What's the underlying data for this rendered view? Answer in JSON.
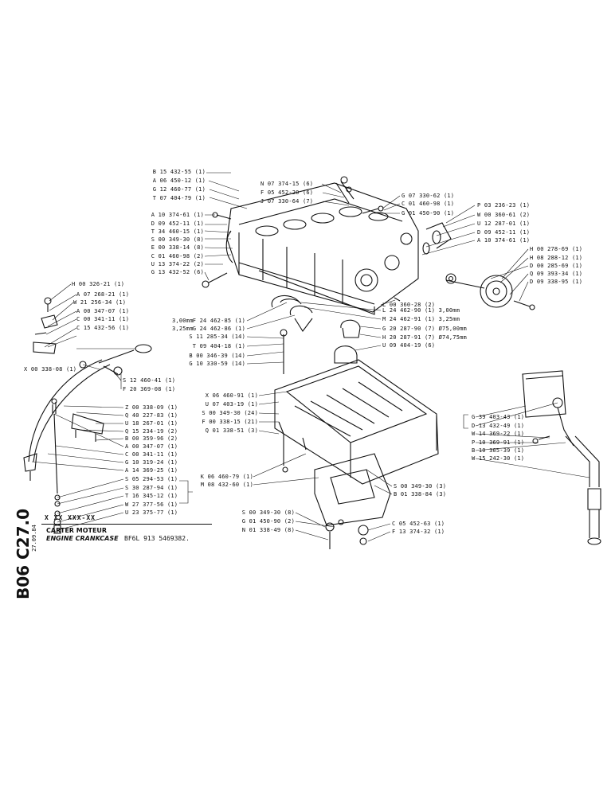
{
  "sheet": {
    "code": "B06 C27.0",
    "date": "27.09.84",
    "part_code": "X XX XXX-XX",
    "title_fr": "CARTER MOTEUR",
    "title_en": "ENGINE CRANKCASE",
    "model": "BF6L 913 5469382."
  },
  "labels": {
    "top_left": [
      "B 15 432-55 (1)",
      "A 06 450-12 (1)",
      "G 12 460-77 (1)",
      "T 07 404-79 (1)"
    ],
    "mid_left": [
      "A 10 374-61 (1)",
      "D 09 452-11 (1)",
      "T 34 460-15 (1)",
      "S 00 349-30 (8)",
      "E 00 338-14 (8)",
      "C 01 460-98 (2)",
      "U 13 374-22 (2)",
      "G 13 432-52 (6)"
    ],
    "top_center": [
      "N 07 374-15 (6)",
      "F 05 452-20 (6)",
      "J 07 330-64 (7)"
    ],
    "top_right_a": [
      "G 07 330-62 (1)",
      "C 01 460-98 (1)",
      "G 01 450-90 (1)"
    ],
    "top_right_b": [
      "P 03 236-23 (1)",
      "W 00 360-61 (2)",
      "U 12 287-01 (1)",
      "D 09 452-11 (1)",
      "A 10 374-61 (1)"
    ],
    "gear": [
      "H 00 278-69 (1)",
      "H 08 288-12 (1)",
      "D 00 285-69 (1)",
      "Q 09 393-34 (1)",
      "D 09 338-95 (1)"
    ],
    "l_single": "L 00 360-28 (2)",
    "bearings_left": [
      "F 24 462-85 (1)",
      "G 24 462-86 (1)",
      "S 11 285-34 (14)",
      "T 09 404-18 (1)",
      "B 00 346-39 (14)",
      "G 10 330-59 (14)"
    ],
    "bearings_left_sizes": [
      "3,00mm",
      "3,25mm"
    ],
    "bearings_right": [
      "L 24 462-90 (1) 3,00mm",
      "M 24 462-91 (1) 3,25mm",
      "G 20 287-90 (7) Ø75,00mm",
      "H 20 287-91 (7) Ø74,75mm",
      "U 09 404-19 (6)"
    ],
    "dipstick": [
      "H 00 326-21 (1)",
      "A 07 268-21 (1)",
      "W 21 256-34 (1)",
      "A 00 347-07 (1)",
      "C 00 341-11 (1)",
      "C 15 432-56 (1)"
    ],
    "dipstick_x": "X 00 338-08 (1)",
    "dipstick_b": [
      "S 12 460-41 (1)",
      "F 20 369-08 (1)"
    ],
    "oil_pan_left": [
      "X 06 460-91 (1)",
      "U 07 403-19 (1)",
      "S 00 349-30 (24)",
      "F 00 338-15 (21)",
      "Q 01 338-51 (3)"
    ],
    "lower_left": [
      "Z 00 338-09 (1)",
      "Q 40 227-83 (1)",
      "U 18 267-01 (1)",
      "Q 15 234-19 (2)",
      "B 00 359-96 (2)",
      "A 00 347-07 (1)",
      "C 00 341-11 (1)",
      "G 10 319-24 (1)",
      "A 14 369-25 (1)",
      "S 05 294-53 (1)",
      "S 30 287-94 (1)",
      "T 16 345-12 (1)",
      "W 27 377-56 (1)",
      "U 23 375-77 (1)"
    ],
    "pan_bottom_mid": [
      "K 06 460-79 (1)",
      "M 08 432-60 (1)"
    ],
    "pan_bottom_right": [
      "S 00 349-30 (3)",
      "B 01 338-84 (3)"
    ],
    "drain_left": [
      "S 00 349-30 (8)",
      "G 01 450-90 (2)",
      "N 01 338-49 (8)"
    ],
    "drain_right": [
      "C 05 452-63 (1)",
      "F 13 374-32 (1)"
    ],
    "breather": [
      "G 39 403-43 (1)",
      "D 13 432-49 (1)",
      "W 14 369-22 (1)",
      "P 10 369-91 (1)",
      "B 10 305-39 (1)",
      "W 15 242-30 (1)"
    ]
  }
}
